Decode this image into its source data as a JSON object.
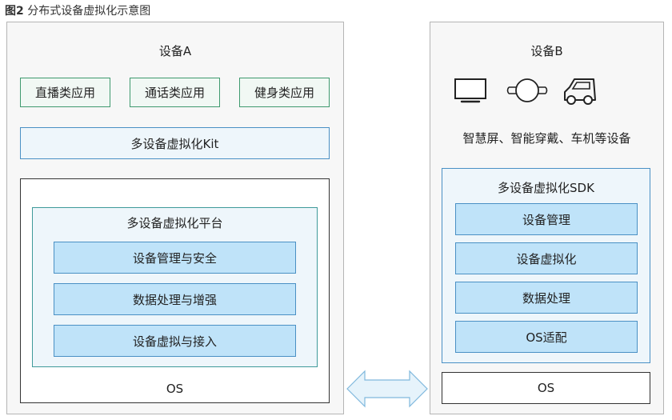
{
  "figure": {
    "num": "图2",
    "title": "分布式设备虚拟化示意图"
  },
  "deviceA": {
    "label": "设备A",
    "apps": [
      "直播类应用",
      "通话类应用",
      "健身类应用"
    ],
    "kit": "多设备虚拟化Kit",
    "platform": {
      "title": "多设备虚拟化平台",
      "modules": [
        "设备管理与安全",
        "数据处理与增强",
        "设备虚拟与接入"
      ]
    },
    "os": "OS"
  },
  "deviceB": {
    "label": "设备B",
    "icons": [
      "monitor-icon",
      "watch-icon",
      "car-icon"
    ],
    "caption": "智慧屏、智能穿戴、车机等设备",
    "sdk": {
      "title": "多设备虚拟化SDK",
      "modules": [
        "设备管理",
        "设备虚拟化",
        "数据处理",
        "OS适配"
      ]
    },
    "os": "OS"
  },
  "colors": {
    "green_border": "#3f9a6f",
    "blue_border": "#4a90c4",
    "module_fill": "#bfe3f9",
    "panel_fill": "#eef6fb",
    "arrow_fill": "#e6f3fb"
  }
}
